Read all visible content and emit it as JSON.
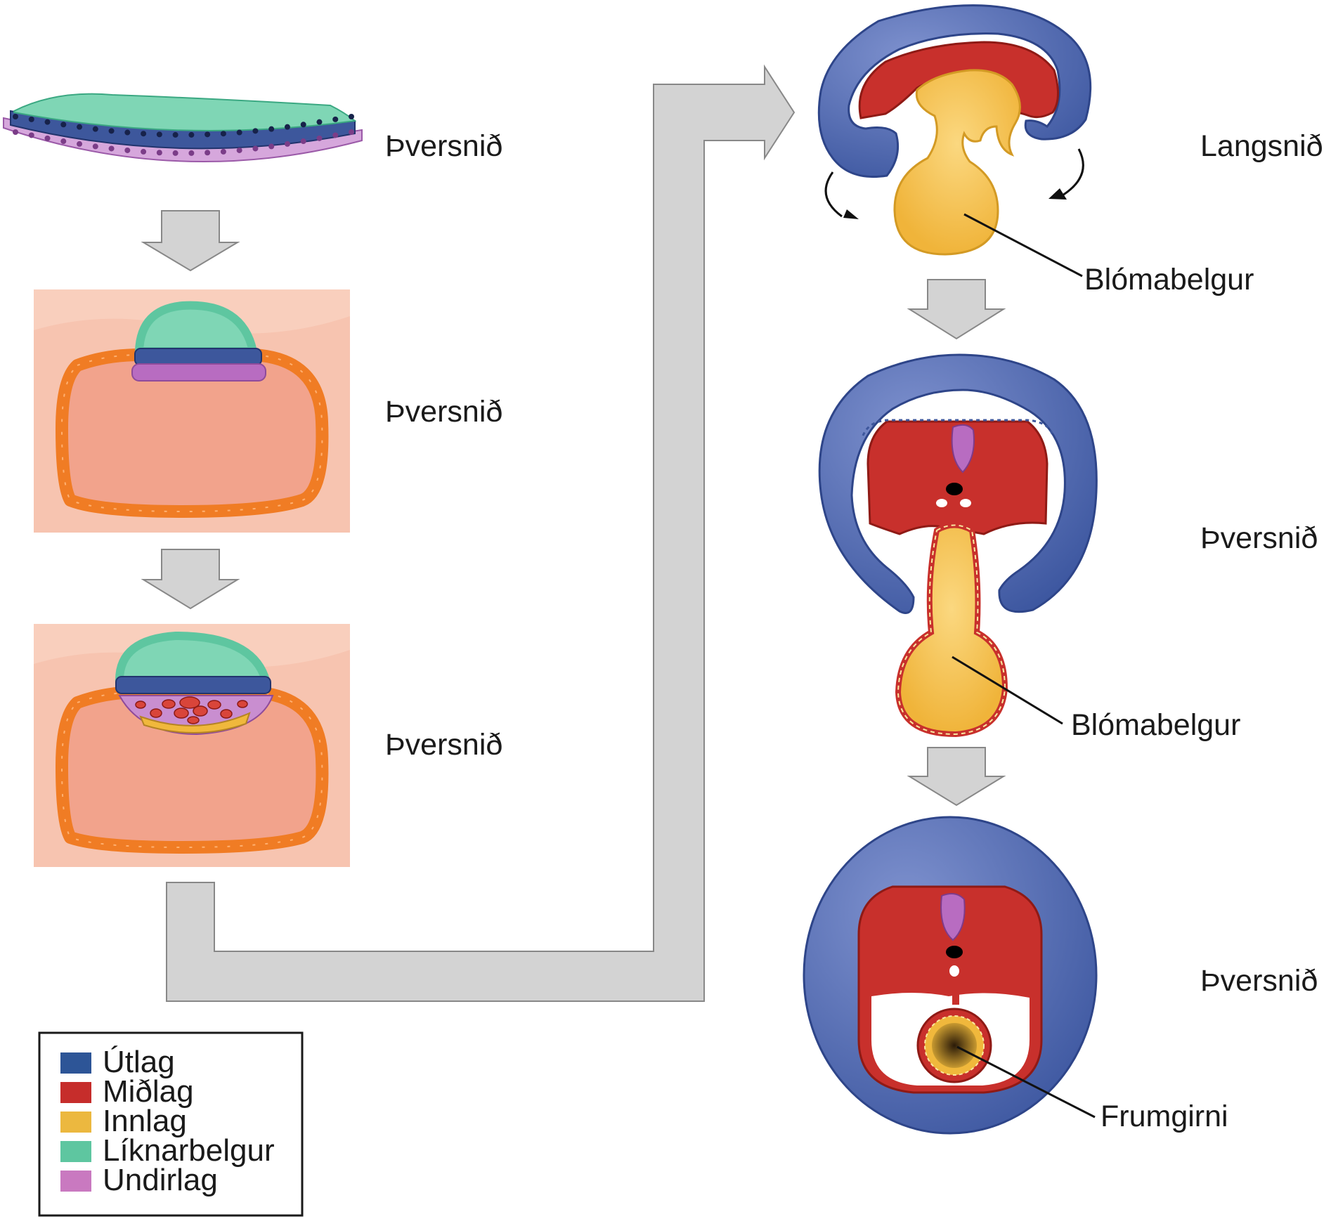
{
  "stage_labels": {
    "s1": "Þversnið",
    "s2": "Þversnið",
    "s3": "Þversnið",
    "s4": "Langsnið",
    "s5": "Þversnið",
    "s6": "Þversnið"
  },
  "callouts": {
    "yolk_sac_1": "Blómabelgur",
    "yolk_sac_2": "Blómabelgur",
    "primitive_gut": "Frumgirni"
  },
  "legend": {
    "items": [
      {
        "label": "Útlag",
        "color": "#2d5597"
      },
      {
        "label": "Miðlag",
        "color": "#c62d2b"
      },
      {
        "label": "Innlag",
        "color": "#ecb83f"
      },
      {
        "label": "Líknarbelgur",
        "color": "#5ec6a0"
      },
      {
        "label": "Undirlag",
        "color": "#c979c0"
      }
    ]
  },
  "colors": {
    "ectoderm": "#4a64a8",
    "mesoderm": "#c8302c",
    "endoderm": "#f0b83c",
    "amnion": "#6ccfaa",
    "hypoblast": "#c98ed0",
    "trophoblast": "#f07c24",
    "blastocoel": "#f2a18a",
    "panel_bg": "#f8d0c0",
    "arrow": "#d3d3d3"
  }
}
